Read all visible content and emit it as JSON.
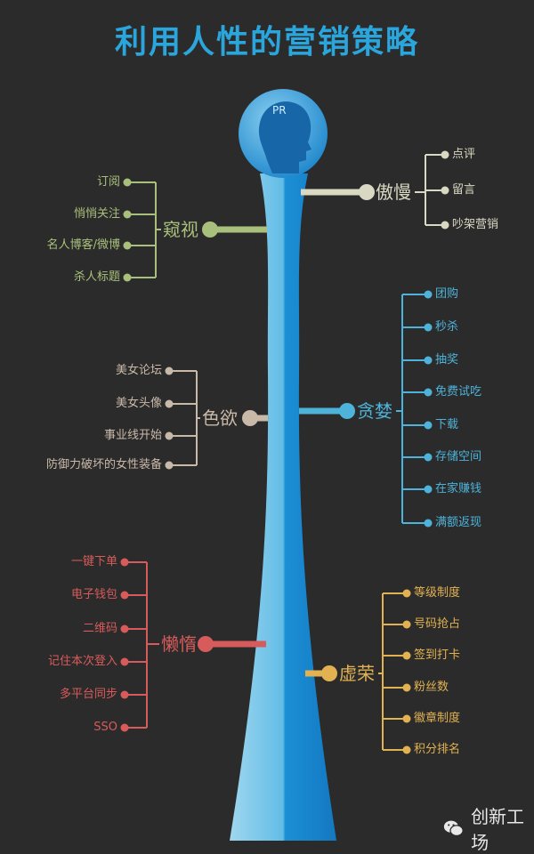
{
  "title": "利用人性的营销策略",
  "head_label": "PR",
  "branches": [
    {
      "key": "peep",
      "label": "窥视",
      "color": "#a9c07c",
      "items": [
        "订阅",
        "悄悄关注",
        "名人博客/微博",
        "杀人标题"
      ]
    },
    {
      "key": "pride",
      "label": "傲慢",
      "color": "#d9d8c3",
      "items": [
        "点评",
        "留言",
        "吵架营销"
      ]
    },
    {
      "key": "lust",
      "label": "色欲",
      "color": "#c9b9a9",
      "items": [
        "美女论坛",
        "美女头像",
        "事业线开始",
        "防御力破坏的女性装备"
      ]
    },
    {
      "key": "greed",
      "label": "贪婪",
      "color": "#4db3da",
      "items": [
        "团购",
        "秒杀",
        "抽奖",
        "免费试吃",
        "下载",
        "存储空间",
        "在家赚钱",
        "满额返现"
      ]
    },
    {
      "key": "sloth",
      "label": "懒惰",
      "color": "#d85b5b",
      "items": [
        "一键下单",
        "电子钱包",
        "二维码",
        "记住本次登入",
        "多平台同步",
        "SSO"
      ]
    },
    {
      "key": "vanity",
      "label": "虚荣",
      "color": "#e2b252",
      "items": [
        "等级制度",
        "号码抢占",
        "签到打卡",
        "粉丝数",
        "徽章制度",
        "积分排名"
      ]
    }
  ],
  "watermark": {
    "icon": "wechat-icon",
    "text": "创新工场"
  }
}
